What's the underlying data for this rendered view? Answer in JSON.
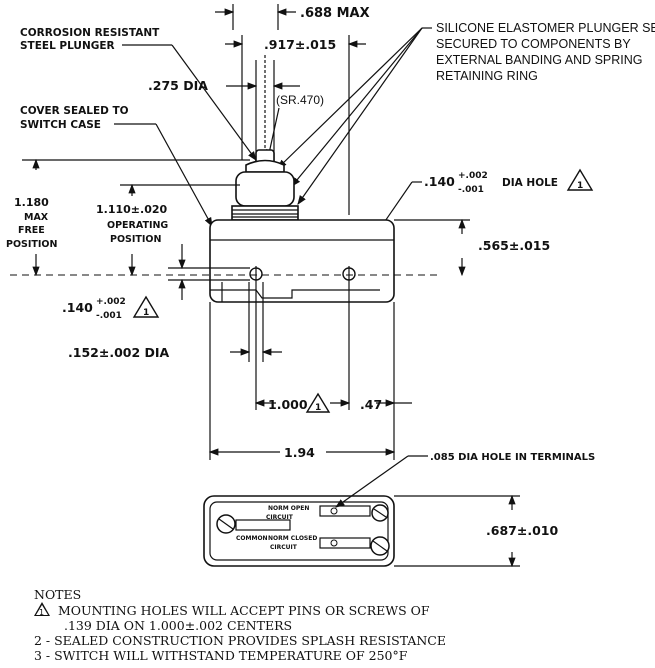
{
  "labels": {
    "width_max": ".688 MAX",
    "width_917": ".917±.015",
    "plunger_1": "CORROSION RESISTANT",
    "plunger_2": "STEEL PLUNGER",
    "dia_275": ".275 DIA",
    "sr_470": "(SR.470)",
    "cover_1": "COVER SEALED TO",
    "cover_2": "SWITCH CASE",
    "seal_1": "SILICONE ELASTOMER PLUNGER SEAL",
    "seal_2": "SECURED TO COMPONENTS BY",
    "seal_3": "EXTERNAL BANDING AND SPRING",
    "seal_4": "RETAINING RING",
    "hole_140_top": ".140",
    "hole_140_top_sup": "+.002",
    "hole_140_top_sub": "-.001",
    "hole_140_top_suffix": "DIA HOLE",
    "dim_1180_a": "1.180",
    "dim_1180_b": "MAX",
    "dim_1180_c": "FREE",
    "dim_1180_d": "POSITION",
    "dim_1110_a": "1.110±.020",
    "dim_1110_b": "OPERATING",
    "dim_1110_c": "POSITION",
    "dim_565": ".565±.015",
    "hole_140_left": ".140",
    "hole_140_left_sup": "+.002",
    "hole_140_left_sub": "-.001",
    "dia_152": ".152±.002 DIA",
    "dim_1000": "1.000",
    "dim_47": ".47",
    "dim_194": "1.94",
    "terminal_hole": ".085 DIA HOLE IN TERMINALS",
    "dim_687": ".687±.010",
    "term_norm_open": "NORM OPEN",
    "term_common": "COMMON",
    "term_norm_closed": "NORM CLOSED",
    "term_circuit": "CIRCUIT",
    "note_marker": "1"
  },
  "notes": {
    "title": "NOTES",
    "n1_line1": "MOUNTING HOLES WILL ACCEPT PINS OR SCREWS OF",
    "n1_line2": ".139 DIA ON 1.000±.002 CENTERS",
    "n2": "2 - SEALED CONSTRUCTION PROVIDES SPLASH RESISTANCE",
    "n3": "3 - SWITCH WILL WITHSTAND TEMPERATURE OF 250°F"
  }
}
